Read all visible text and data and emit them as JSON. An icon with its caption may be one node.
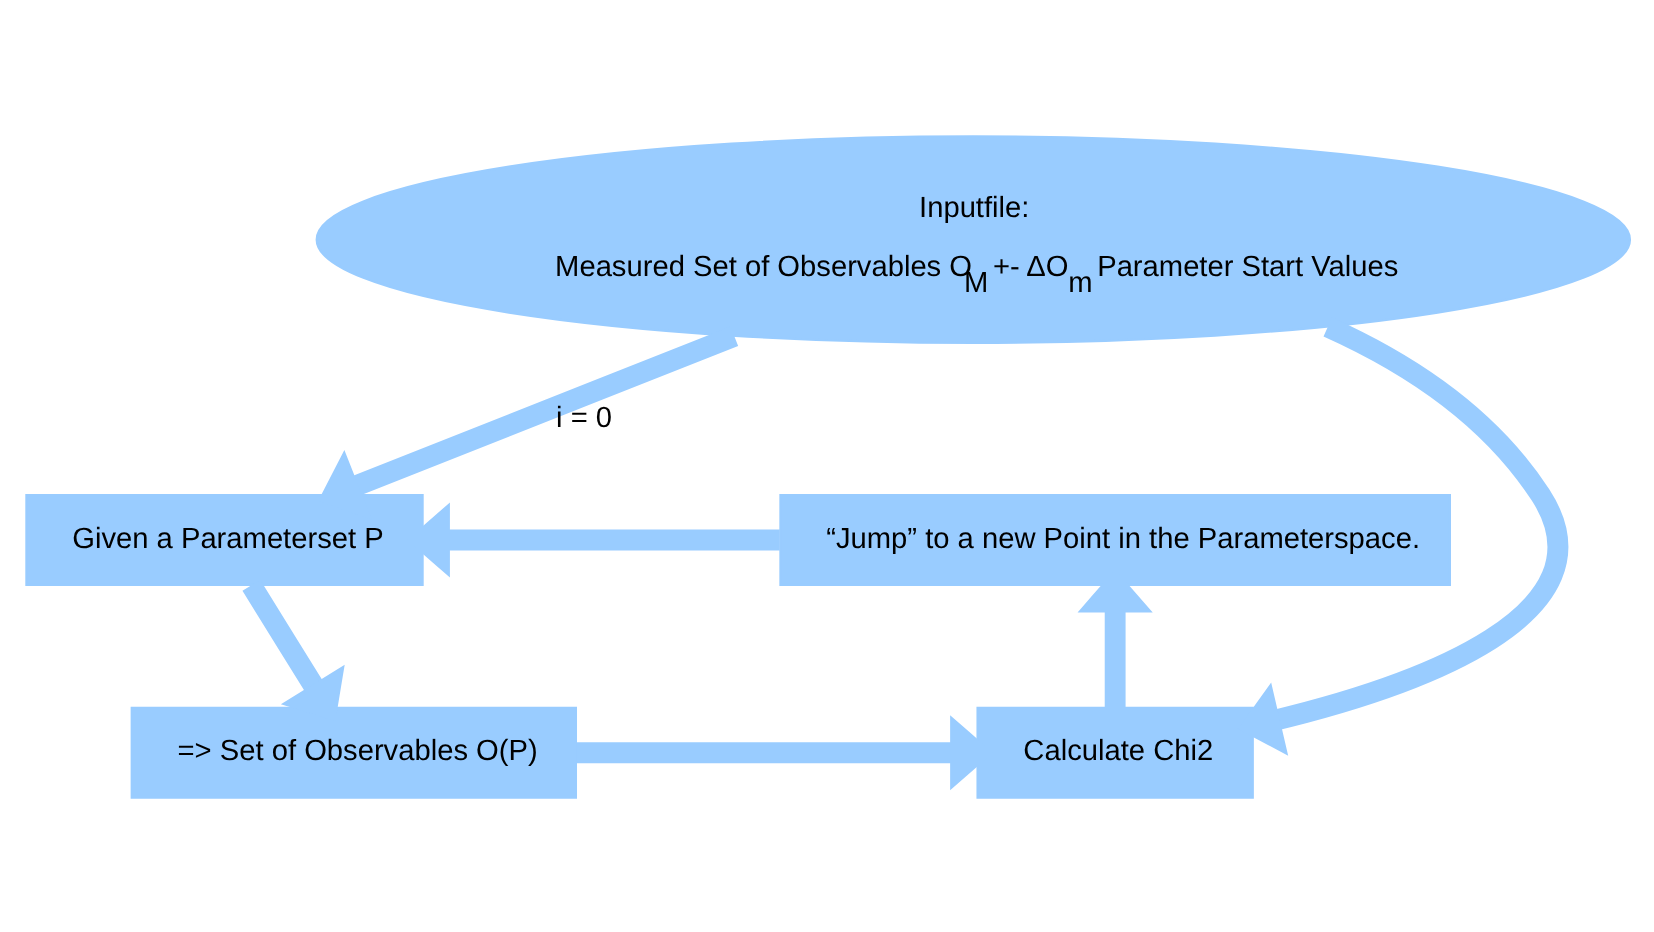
{
  "diagram": {
    "nodes": [
      {
        "text": [
          "Given a Parameterset P"
        ]
      },
      {
        "text": [
          "Inputfile:",
          "Measured Set of Observables O$_{M}$ +- ΔO$_{m}$ Parameter Start Values"
        ]
      },
      {
        "text": [
          "=> Set of Observables O(P)"
        ]
      },
      {
        "text": [
          "Calculate Chi2"
        ]
      },
      {
        "text": [
          "“Jump” to a new Point in the Parameterspace."
        ]
      }
    ],
    "edges": [
      {
        "from": 0,
        "to": 2,
        "arrow": "to"
      },
      {
        "from": 2,
        "to": 3,
        "arrow": "to"
      },
      {
        "from": 3,
        "to": 4,
        "arrow": "to"
      },
      {
        "from": 4,
        "to": 0,
        "arrow": "to"
      },
      {
        "from": 1,
        "to": 0,
        "arrow": "to",
        "label": "i = 0"
      },
      {
        "from": 1,
        "to": 3,
        "arrow": "to"
      }
    ]
  }
}
